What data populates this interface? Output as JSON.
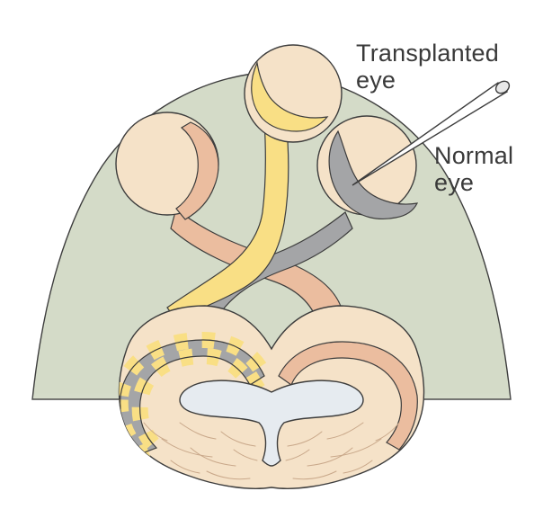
{
  "labels": {
    "transplanted_eye": {
      "line1": "Transplanted",
      "line2": "eye"
    },
    "normal_eye": {
      "line1": "Normal",
      "line2": "eye"
    }
  },
  "colors": {
    "head_background": "#d4dbc8",
    "eye_and_tissue": "#f5e2c8",
    "outline": "#3d3d3d",
    "optic_nerve_left": "#ebbd9f",
    "transplanted_eye_nerve": "#f9df85",
    "normal_eye_nerve_labeled": "#a4a5a7",
    "ventricle": "#e6ebf0",
    "label_text": "#3a3a3a"
  }
}
